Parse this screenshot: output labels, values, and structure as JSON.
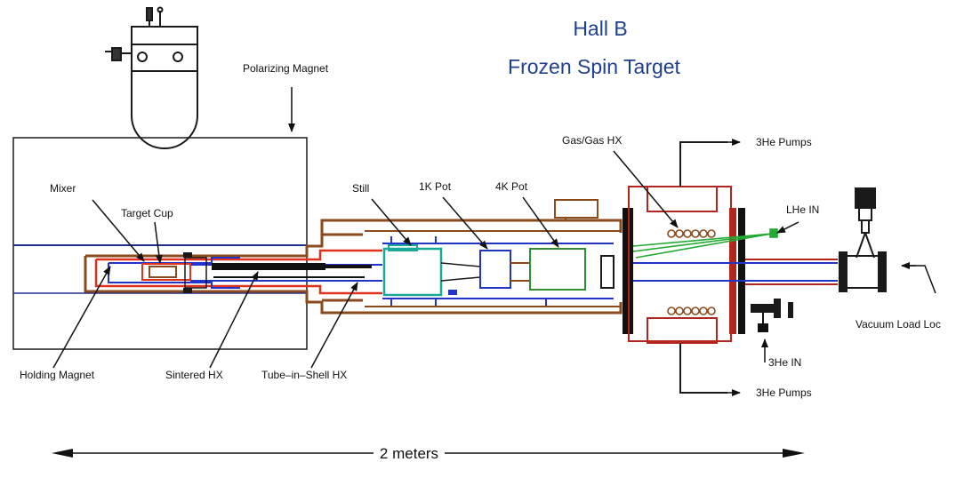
{
  "title": {
    "line1": "Hall B",
    "line2": "Frozen Spin Target"
  },
  "labels": {
    "polarizing_magnet": "Polarizing Magnet",
    "mixer": "Mixer",
    "target_cup": "Target Cup",
    "holding_magnet": "Holding Magnet",
    "sintered_hx": "Sintered HX",
    "tube_in_shell_hx": "Tube–in–Shell HX",
    "still": "Still",
    "one_k_pot": "1K Pot",
    "four_k_pot": "4K Pot",
    "gas_gas_hx": "Gas/Gas HX",
    "he3_pumps_top": "3He Pumps",
    "he3_pumps_bottom": "3He Pumps",
    "lhe_in": "LHe IN",
    "he3_in": "3He IN",
    "vacuum_load_lock": "Vacuum Load Loc"
  },
  "scale_bar": {
    "label": "2 meters"
  },
  "colors": {
    "title": "#1f3f8f",
    "outline": "#1a1a1a",
    "magnet_line": "#1f2f8f",
    "cryostat_brown": "#8a4a1c",
    "heat_shield_red": "#e0301e",
    "inner_blue": "#2233cc",
    "still_teal": "#1aa89a",
    "four_k_green": "#2e8f2e",
    "lhe_green": "#22aa33",
    "flange_red": "#b3261e",
    "flange_black": "#111111"
  }
}
